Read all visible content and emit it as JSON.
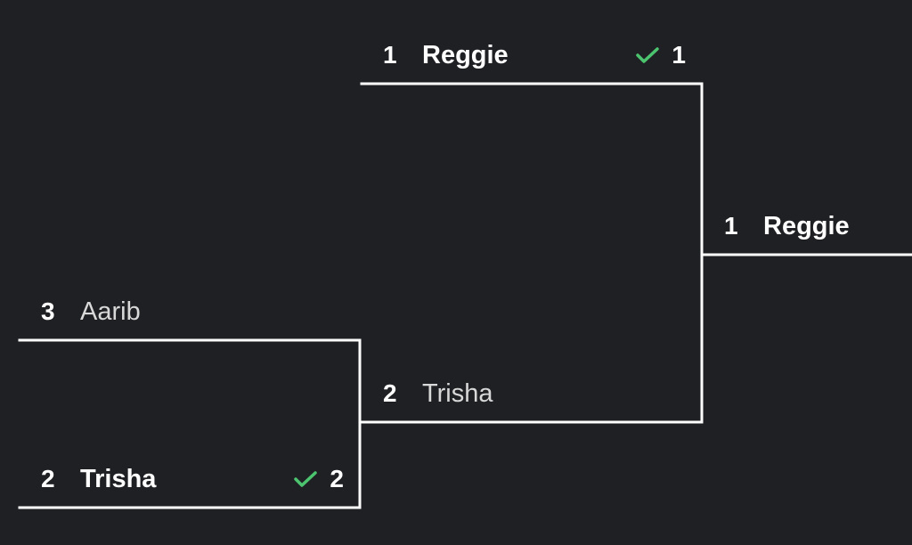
{
  "colors": {
    "background": "#1f2023",
    "line": "#ffffff",
    "check": "#4cc46f"
  },
  "bracket": {
    "semifinal_top": {
      "seed": "1",
      "name": "Reggie",
      "score": "1",
      "icon": "check-icon"
    },
    "quarterfinal_top": {
      "seed": "3",
      "name": "Aarib"
    },
    "quarterfinal_bottom": {
      "seed": "2",
      "name": "Trisha",
      "score": "2",
      "icon": "check-icon"
    },
    "semifinal_bottom": {
      "seed": "2",
      "name": "Trisha"
    },
    "final": {
      "seed": "1",
      "name": "Reggie"
    }
  }
}
